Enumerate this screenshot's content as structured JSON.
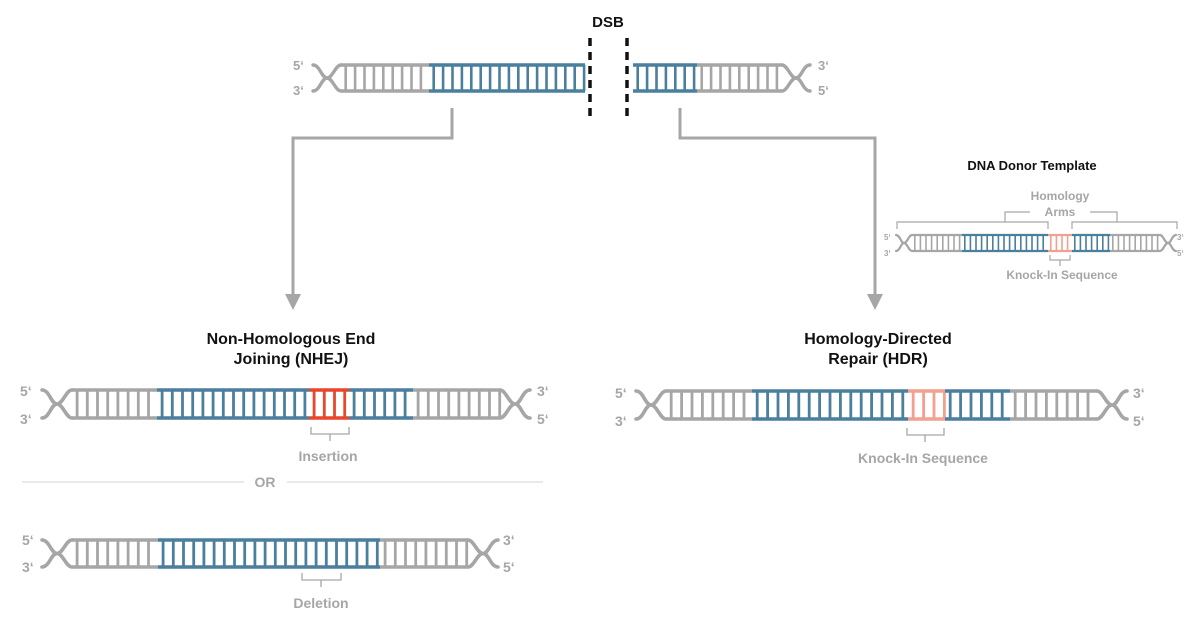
{
  "dsb_label": "DSB",
  "strand_ends": {
    "five": "5‘",
    "three": "3‘"
  },
  "nhej": {
    "title_line1": "Non-Homologous End",
    "title_line2": "Joining (NHEJ)",
    "insertion_label": "Insertion",
    "or_label": "OR",
    "deletion_label": "Deletion"
  },
  "hdr": {
    "title_line1": "Homology-Directed",
    "title_line2": "Repair (HDR)",
    "knockin_label": "Knock-In Sequence"
  },
  "donor": {
    "title": "DNA Donor Template",
    "homology_line1": "Homology",
    "homology_line2": "Arms",
    "knockin_label": "Knock-In Sequence"
  },
  "colors": {
    "grey": "#a6a6a6",
    "blue": "#4a7f9e",
    "red": "#e8472c",
    "salmon": "#f2a08f",
    "text": "#111111"
  }
}
